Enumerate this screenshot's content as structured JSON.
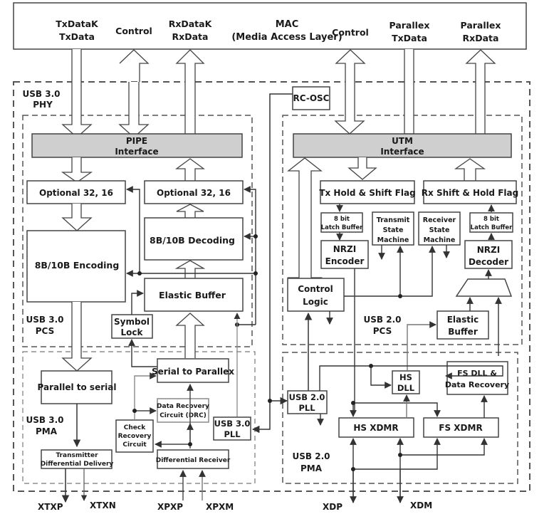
{
  "mac": {
    "title": "MAC",
    "subtitle": "(Media Access Layer)",
    "signals": {
      "txdata_k": [
        "TxDataK",
        "TxData"
      ],
      "control_left": "Control",
      "rxdata_k": [
        "RxDataK",
        "RxData"
      ],
      "control_right": "Control",
      "parallex_tx": [
        "Parallex",
        "TxData"
      ],
      "parallex_rx": [
        "Parallex",
        "RxData"
      ]
    }
  },
  "phy": {
    "label": [
      "USB 3.0",
      "PHY"
    ]
  },
  "rc_osc": "RC-OSC",
  "usb3": {
    "pcs_label": [
      "USB 3.0",
      "PCS"
    ],
    "pma_label": [
      "USB 3.0",
      "PMA"
    ],
    "pipe_interface": [
      "PIPE",
      "Interface"
    ],
    "optional_tx": "Optional 32, 16",
    "optional_rx": "Optional 32, 16",
    "encoding": "8B/10B Encoding",
    "decoding": "8B/10B Decoding",
    "elastic_buffer": "Elastic Buffer",
    "symbol_lock": [
      "Symbol",
      "Lock"
    ],
    "parallel_to_serial": "Parallel to serial",
    "serial_to_parallel": "Serial to Parallex",
    "drc": [
      "Data Recovery",
      "Circuit (DRC)"
    ],
    "check_recovery": [
      "Check",
      "Recovery",
      "Circuit"
    ],
    "transmitter": [
      "Transmitter",
      "Differential Delivery"
    ],
    "diff_receiver": "Differential Receiver",
    "pll": [
      "USB 3.0",
      "PLL"
    ]
  },
  "usb2": {
    "pcs_label": [
      "USB 2.0",
      "PCS"
    ],
    "pma_label": [
      "USB 2.0",
      "PMA"
    ],
    "utm_interface": [
      "UTM",
      "Interface"
    ],
    "tx_hold": "Tx Hold & Shift Flag",
    "rx_shift": "Rx Shift & Hold Flag",
    "latch_tx": [
      "8 bit",
      "Latch Buffer"
    ],
    "latch_rx": [
      "8 bit",
      "Latch Buffer"
    ],
    "transmit_sm": [
      "Transmit",
      "State",
      "Machine"
    ],
    "receiver_sm": [
      "Receiver",
      "State",
      "Machine"
    ],
    "nrzi_encoder": [
      "NRZI",
      "Encoder"
    ],
    "nrzi_decoder": [
      "NRZI",
      "Decoder"
    ],
    "control_logic": [
      "Control",
      "Logic"
    ],
    "elastic_buffer": [
      "Elastic",
      "Buffer"
    ],
    "pll": [
      "USB 2.0",
      "PLL"
    ],
    "hs_dll": [
      "HS",
      "DLL"
    ],
    "fs_dll": [
      "FS DLL &",
      "Data Recovery"
    ],
    "hs_xdmr": "HS XDMR",
    "fs_xdmr": "FS XDMR"
  },
  "pins": {
    "xtxp": "XTXP",
    "xtxn": "XTXN",
    "xpxp": "XPXP",
    "xpxm": "XPXM",
    "xdp": "XDP",
    "xdm": "XDM"
  },
  "colors": {
    "line": "#3a3a3a",
    "interface_fill": "#cfcfcf",
    "dash": "#555555"
  }
}
